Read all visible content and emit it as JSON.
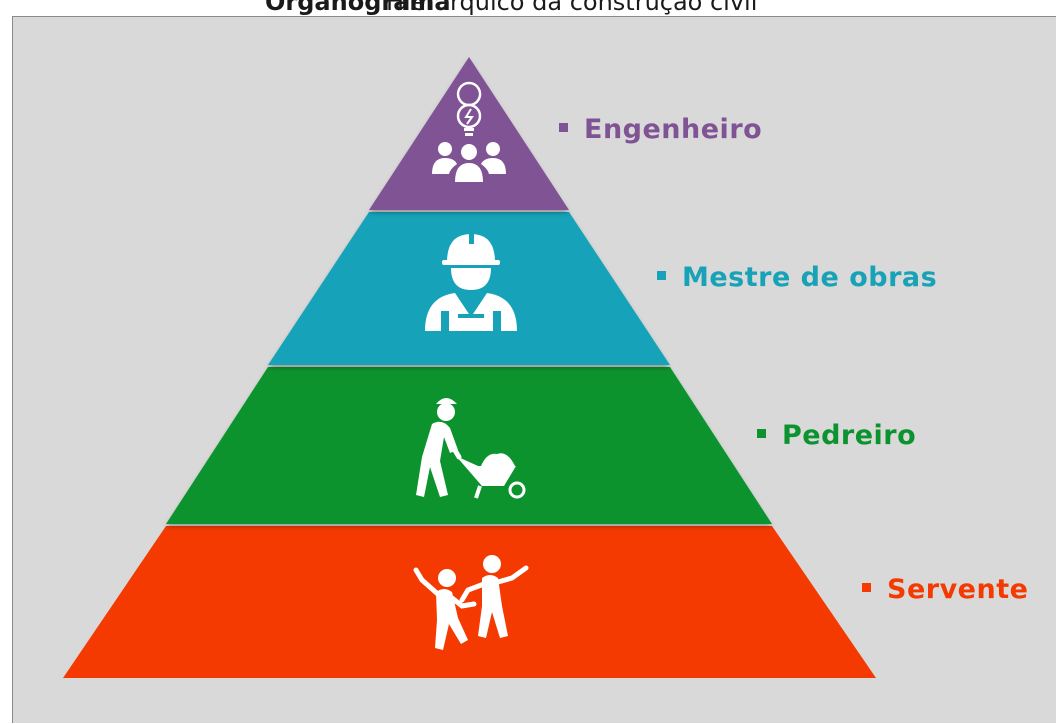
{
  "title": {
    "bold_part": "Organograma",
    "rest": "Hierárquico da construção civil"
  },
  "levels": [
    {
      "label": "Engenheiro",
      "color": "#7f5394",
      "icon": "team-lightbulb-icon"
    },
    {
      "label": "Mestre de obras",
      "color": "#17a2b8",
      "icon": "hardhat-worker-icon"
    },
    {
      "label": "Pedreiro",
      "color": "#0c932f",
      "icon": "wheelbarrow-worker-icon"
    },
    {
      "label": "Servente",
      "color": "#f43a00",
      "icon": "dancing-workers-icon"
    }
  ],
  "colors": {
    "background": "#d9d9d9",
    "icon": "#ffffff"
  }
}
